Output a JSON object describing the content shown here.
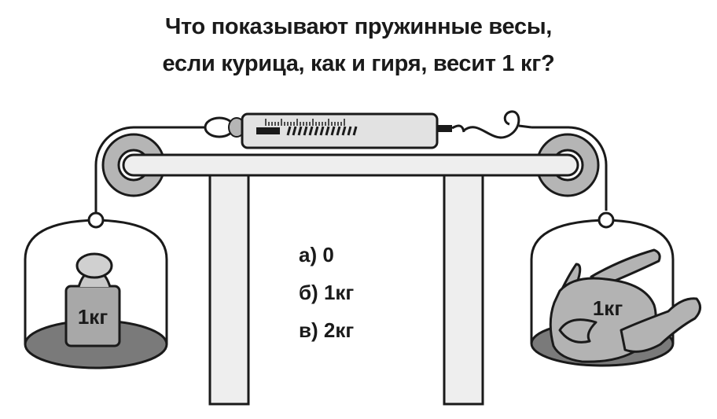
{
  "question": {
    "line1": "Что показывают пружинные весы,",
    "line2": "если курица, как и гиря, весит 1 кг?"
  },
  "answers": [
    {
      "label": "а) 0"
    },
    {
      "label": "б) 1кг"
    },
    {
      "label": "в) 2кг"
    }
  ],
  "left_pan": {
    "object": "weight",
    "label": "1кг"
  },
  "right_pan": {
    "object": "chicken",
    "label": "1кг"
  },
  "colors": {
    "stroke": "#1a1a1a",
    "light_fill": "#eeeeee",
    "pulley_fill": "#b5b5b5",
    "pan_fill": "#7a7a7a",
    "weight_fill": "#a8a8a8",
    "chicken_fill": "#b3b3b3"
  }
}
